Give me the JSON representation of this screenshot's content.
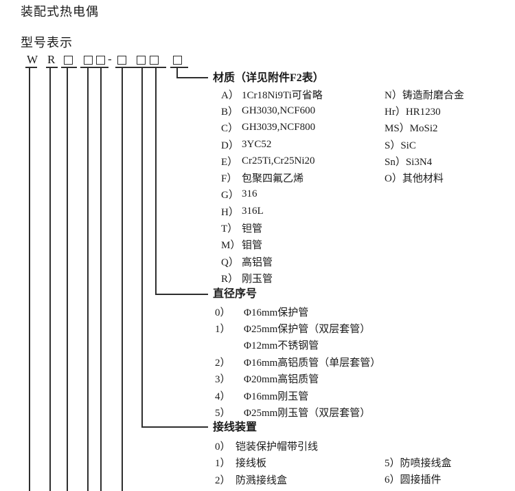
{
  "doc": {
    "title": "装配式热电偶",
    "subtitle": "型号表示"
  },
  "model": {
    "letter_w": "W",
    "letter_r": "R",
    "dash": "-"
  },
  "material": {
    "heading": "材质（详见附件F2表）",
    "left": [
      {
        "code": "A）",
        "text": "1Cr18Ni9Ti可省略"
      },
      {
        "code": "B）",
        "text": "GH3030,NCF600"
      },
      {
        "code": "C）",
        "text": "GH3039,NCF800"
      },
      {
        "code": "D）",
        "text": "3YC52"
      },
      {
        "code": "E）",
        "text": "Cr25Ti,Cr25Ni20"
      },
      {
        "code": "F）",
        "text": "包聚四氟乙烯"
      },
      {
        "code": "G）",
        "text": "316"
      },
      {
        "code": "H）",
        "text": "316L"
      },
      {
        "code": "T）",
        "text": "钽管"
      },
      {
        "code": "M）",
        "text": "钼管"
      },
      {
        "code": "Q）",
        "text": "高铝管"
      },
      {
        "code": "R）",
        "text": "刚玉管"
      }
    ],
    "right": [
      "N）铸造耐磨合金",
      "Hr）HR1230",
      "MS）MoSi2",
      "S）SiC",
      "Sn）Si3N4",
      "O）其他材料"
    ]
  },
  "diameter": {
    "heading": "直径序号",
    "items": [
      {
        "code": "0）",
        "text": "Φ16mm保护管"
      },
      {
        "code": "1）",
        "text": "Φ25mm保护管（双层套管）"
      },
      {
        "code": "",
        "text": "Φ12mm不锈钢管"
      },
      {
        "code": "2）",
        "text": "Φ16mm高铝质管（单层套管）"
      },
      {
        "code": "3）",
        "text": "Φ20mm高铝质管"
      },
      {
        "code": "4）",
        "text": "Φ16mm刚玉管"
      },
      {
        "code": "5）",
        "text": "Φ25mm刚玉管（双层套管）"
      }
    ]
  },
  "wiring": {
    "heading": "接线装置",
    "left": [
      {
        "code": "0）",
        "text": "铠装保护帽带引线"
      },
      {
        "code": "1）",
        "text": "接线板"
      },
      {
        "code": "2）",
        "text": "防溅接线盒"
      }
    ],
    "right": [
      "5）防喷接线盒",
      "6）圆接插件"
    ]
  }
}
